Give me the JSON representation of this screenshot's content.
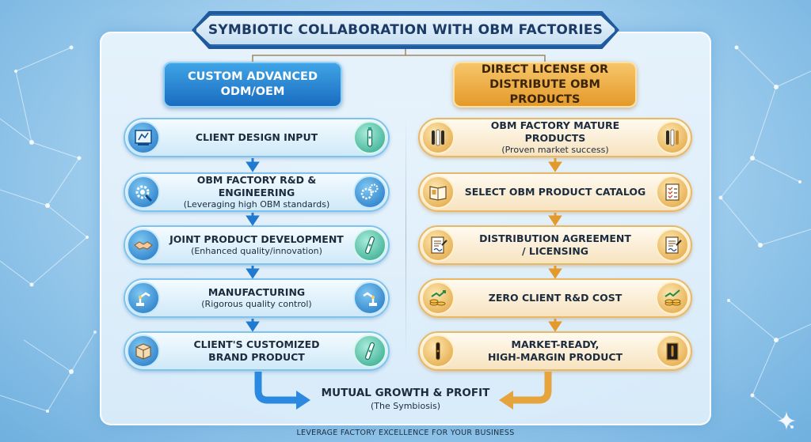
{
  "title": "SYMBIOTIC COLLABORATION WITH OBM FACTORIES",
  "left_column": {
    "heading": [
      "CUSTOM ADVANCED",
      "ODM/OEM"
    ],
    "steps": [
      {
        "title": "CLIENT DESIGN INPUT",
        "subtitle": "",
        "left_icon": "blueprint-icon",
        "right_icon": "toothbrush-icon"
      },
      {
        "title": "OBM FACTORY R&D & ENGINEERING",
        "subtitle": "(Leveraging high OBM standards)",
        "left_icon": "gear-wrench-icon",
        "right_icon": "gears-icon"
      },
      {
        "title": "JOINT PRODUCT DEVELOPMENT",
        "subtitle": "(Enhanced quality/innovation)",
        "left_icon": "handshake-icon",
        "right_icon": "toothbrush-icon"
      },
      {
        "title": "MANUFACTURING",
        "subtitle": "(Rigorous quality control)",
        "left_icon": "robot-arm-icon",
        "right_icon": "robot-arm-icon"
      },
      {
        "title": "CLIENT'S CUSTOMIZED",
        "subtitle": "BRAND PRODUCT",
        "left_icon": "box-icon",
        "right_icon": "toothbrush-icon"
      }
    ]
  },
  "right_column": {
    "heading": [
      "DIRECT LICENSE OR",
      "DISTRIBUTE OBM PRODUCTS"
    ],
    "steps": [
      {
        "title": "OBM FACTORY MATURE PRODUCTS",
        "subtitle": "(Proven market success)",
        "left_icon": "toothbrushes-icon",
        "right_icon": "toothbrushes-icon"
      },
      {
        "title": "SELECT OBM PRODUCT CATALOG",
        "subtitle": "",
        "left_icon": "catalog-icon",
        "right_icon": "checklist-icon"
      },
      {
        "title": "DISTRIBUTION AGREEMENT",
        "subtitle": "/ LICENSING",
        "left_icon": "contract-icon",
        "right_icon": "contract-icon"
      },
      {
        "title": "ZERO CLIENT R&D COST",
        "subtitle": "",
        "left_icon": "coins-growth-icon",
        "right_icon": "coins-growth-icon"
      },
      {
        "title": "MARKET-READY,",
        "subtitle": "HIGH-MARGIN PRODUCT",
        "left_icon": "toothbrush-icon",
        "right_icon": "product-box-icon"
      }
    ]
  },
  "bottom": {
    "title": "MUTUAL GROWTH & PROFIT",
    "subtitle": "(The Symbiosis)"
  },
  "footer": "LEVERAGE FACTORY EXCELLENCE FOR YOUR BUSINESS",
  "colors": {
    "blue_accent": "#1a6cc0",
    "gold_accent": "#e49a2a",
    "navy_text": "#1b3a66"
  }
}
